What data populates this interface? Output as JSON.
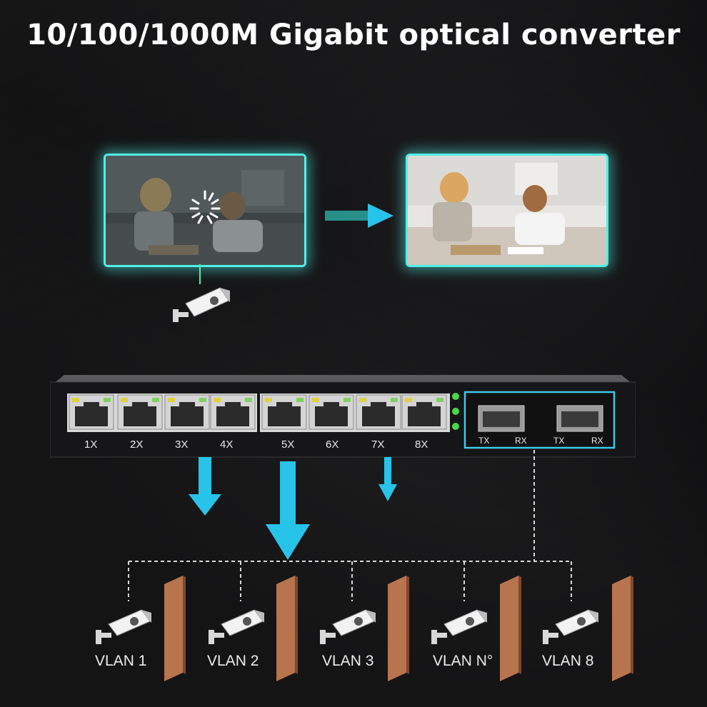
{
  "title": "10/100/1000M Gigabit optical converter",
  "ports": [
    "1X",
    "2X",
    "3X",
    "4X",
    "5X",
    "6X",
    "7X",
    "8X"
  ],
  "sfp_labels": [
    "TX",
    "RX",
    "TX",
    "RX"
  ],
  "vlans": [
    "VLAN 1",
    "VLAN 2",
    "VLAN 3",
    "VLAN N°",
    "VLAN 8"
  ],
  "colors": {
    "accent": "#4ff0e8",
    "arrow": "#27c3e8",
    "wall": "#b7744d"
  }
}
